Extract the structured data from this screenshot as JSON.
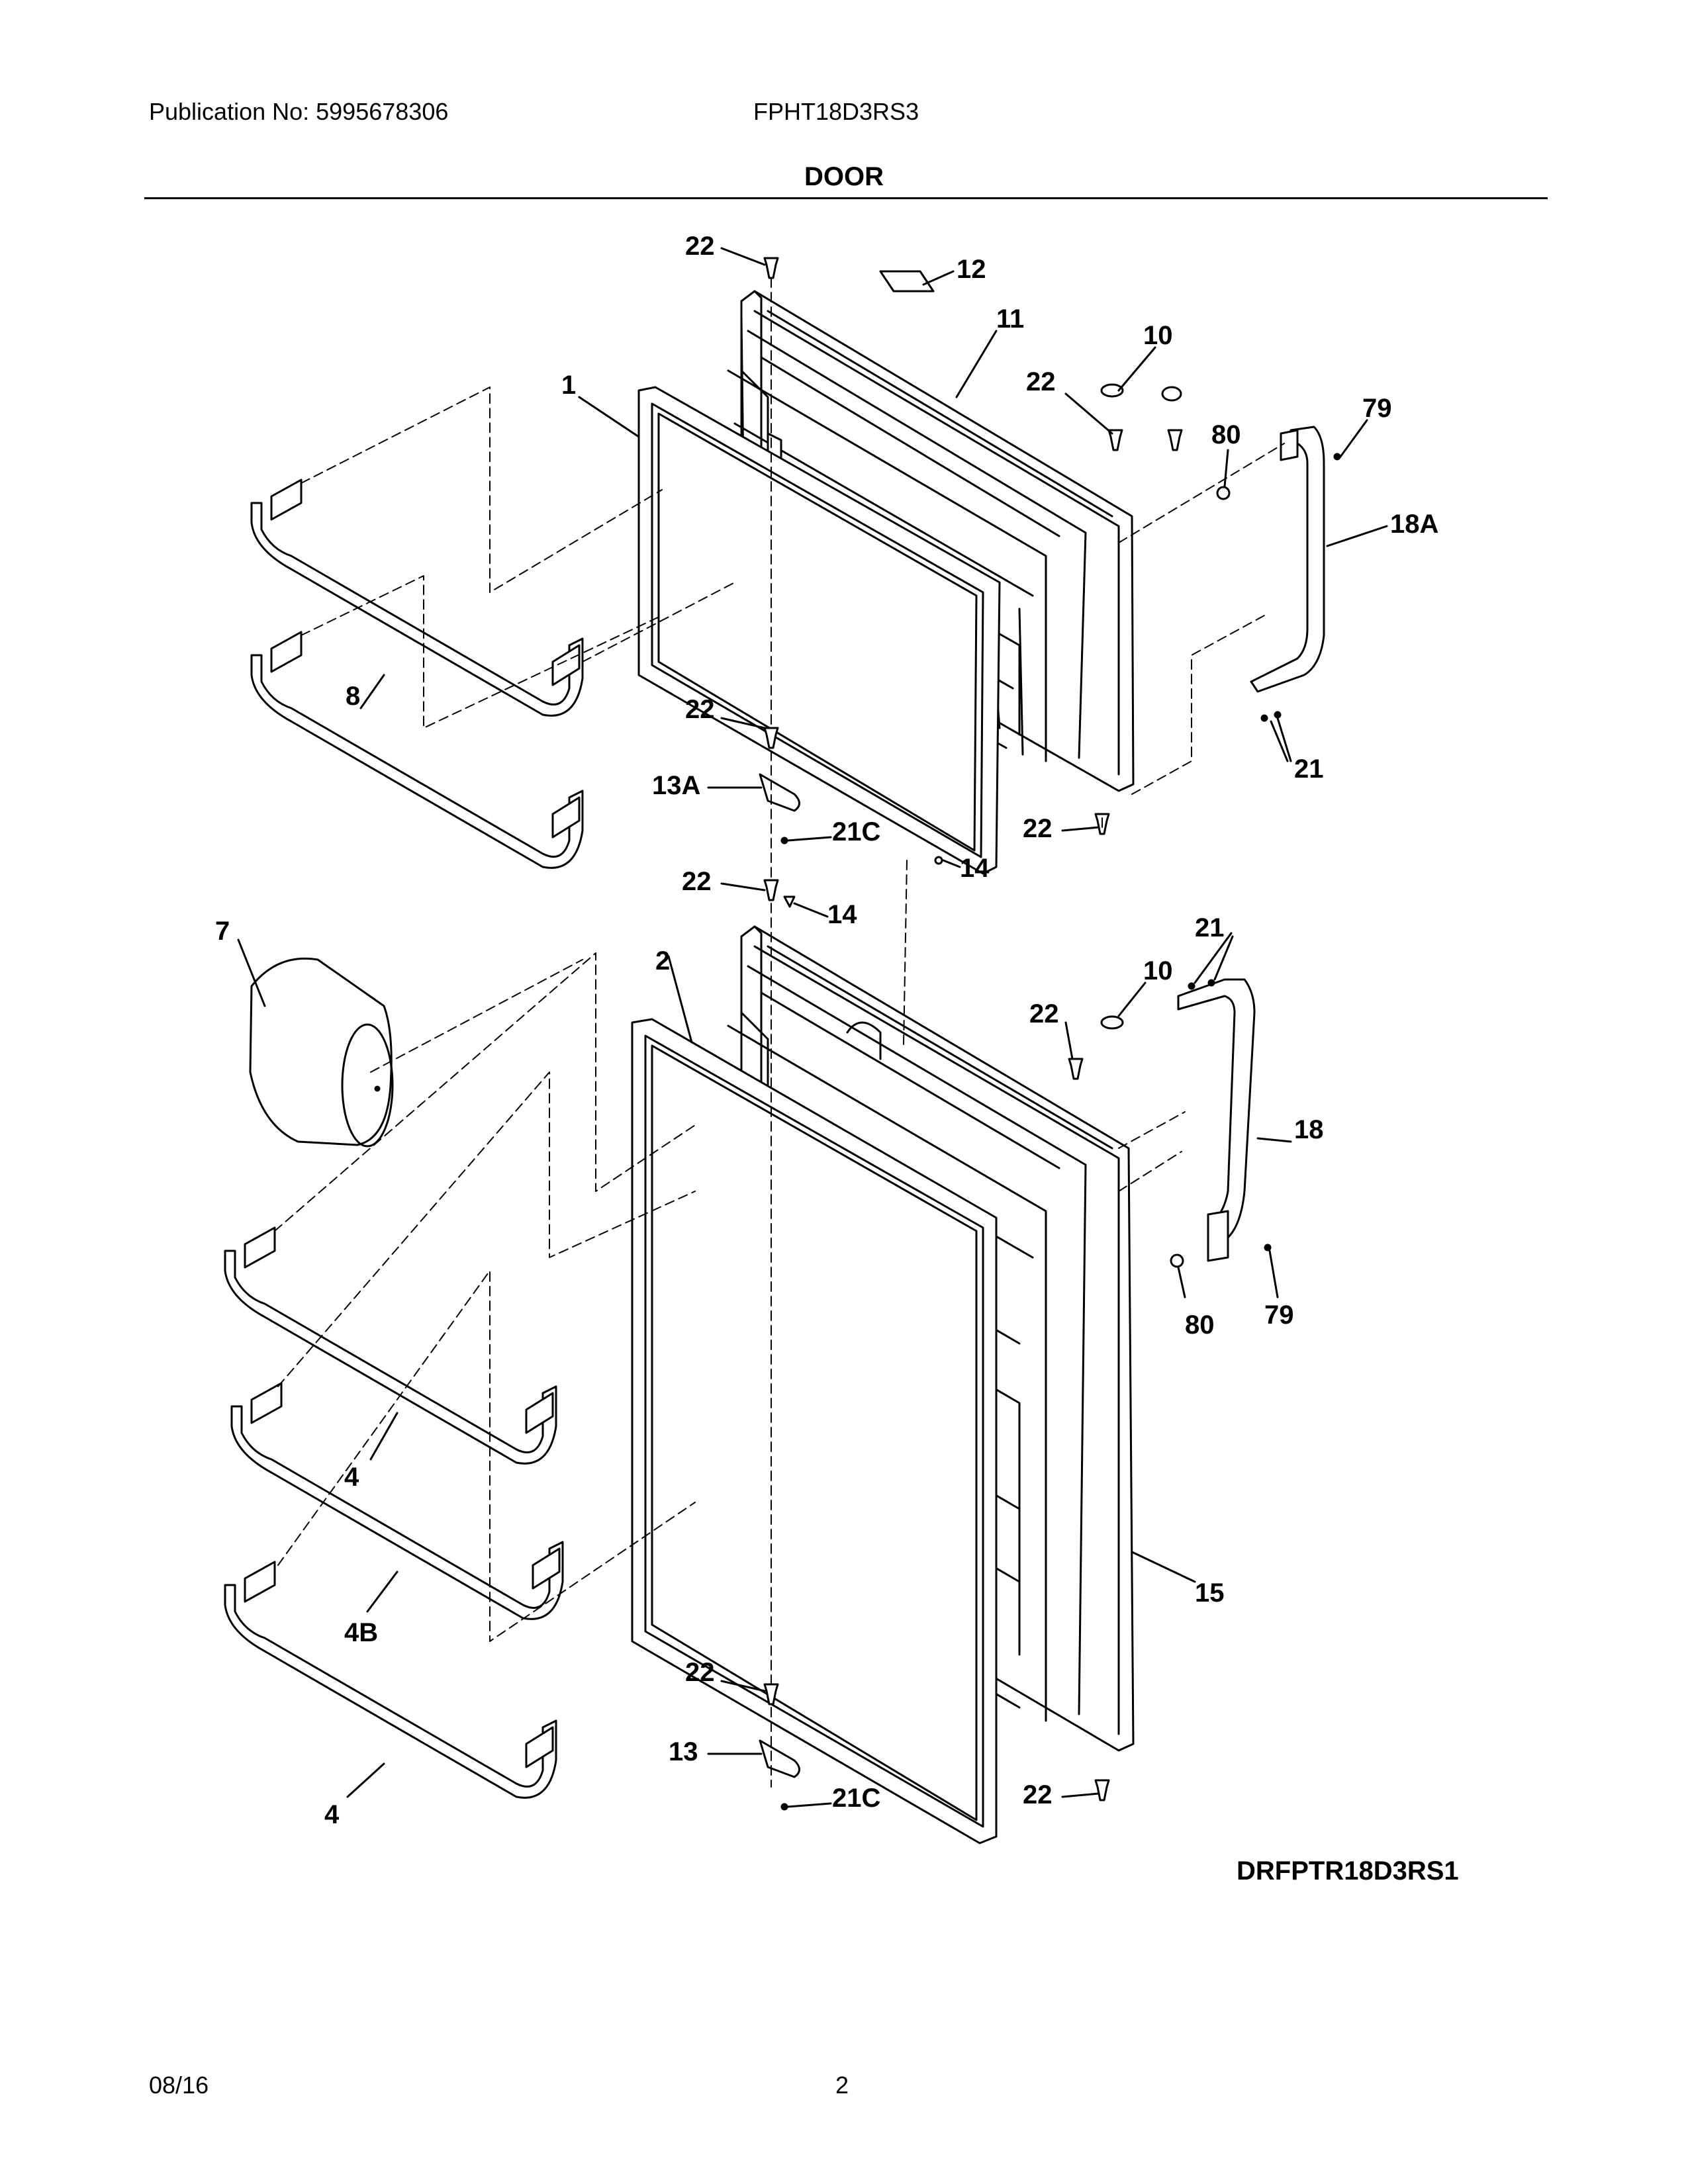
{
  "header": {
    "publication": "Publication No: 5995678306",
    "model": "FPHT18D3RS3",
    "section_title": "DOOR"
  },
  "diagram_ref": "DRFPTR18D3RS1",
  "footer": {
    "date": "08/16",
    "page_number": "2"
  },
  "callouts": {
    "c1": "1",
    "c2": "2",
    "c4a": "4",
    "c4b": "4B",
    "c4c": "4",
    "c7": "7",
    "c8": "8",
    "c10a": "10",
    "c10b": "10",
    "c11": "11",
    "c12": "12",
    "c13": "13",
    "c13a": "13A",
    "c14a": "14",
    "c14b": "14",
    "c15": "15",
    "c18": "18",
    "c18a": "18A",
    "c21a": "21",
    "c21b": "21",
    "c21ca": "21C",
    "c21cb": "21C",
    "c22a": "22",
    "c22b": "22",
    "c22c": "22",
    "c22d": "22",
    "c22e": "22",
    "c22f": "22",
    "c22g": "22",
    "c22h": "22",
    "c79a": "79",
    "c79b": "79",
    "c80a": "80",
    "c80b": "80"
  }
}
